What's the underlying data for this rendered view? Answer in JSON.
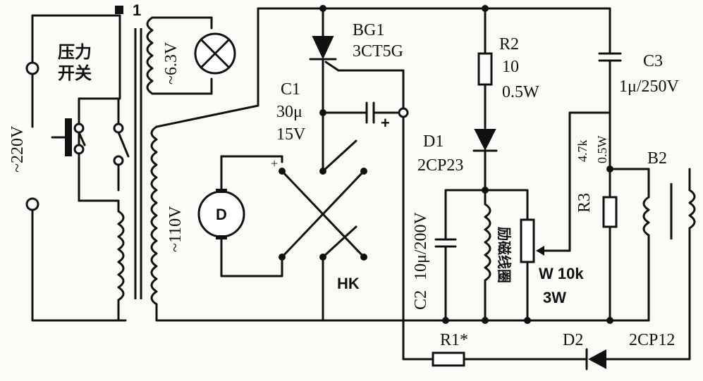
{
  "labels": {
    "pressure_switch_line1": "压力",
    "pressure_switch_line2": "开关",
    "mains_voltage": "~220V",
    "lamp_voltage": "~6.3V",
    "secondary_voltage": "~110V",
    "transformer_dot": "1",
    "bg1_name": "BG1",
    "bg1_part": "3CT5G",
    "c1_name": "C1",
    "c1_value": "30μ",
    "c1_voltage": "15V",
    "r2_name": "R2",
    "r2_value": "10",
    "r2_power": "0.5W",
    "c3_name": "C3",
    "c3_value": "1μ/250V",
    "d1_name": "D1",
    "d1_part": "2CP23",
    "r3_value": "4.7k",
    "r3_power": "0.5W",
    "r3_name": "R3",
    "b2_name": "B2",
    "c2_value": "10μ/200V",
    "c2_name": "C2",
    "field_coil": "励磁线圈",
    "w_value": "W 10k",
    "w_power": "3W",
    "hk_name": "HK",
    "motor_letter": "D",
    "r1_name": "R1*",
    "d2_name": "D2",
    "d2_part": "2CP12",
    "c1_plus": "+",
    "hk_plus": "+"
  }
}
